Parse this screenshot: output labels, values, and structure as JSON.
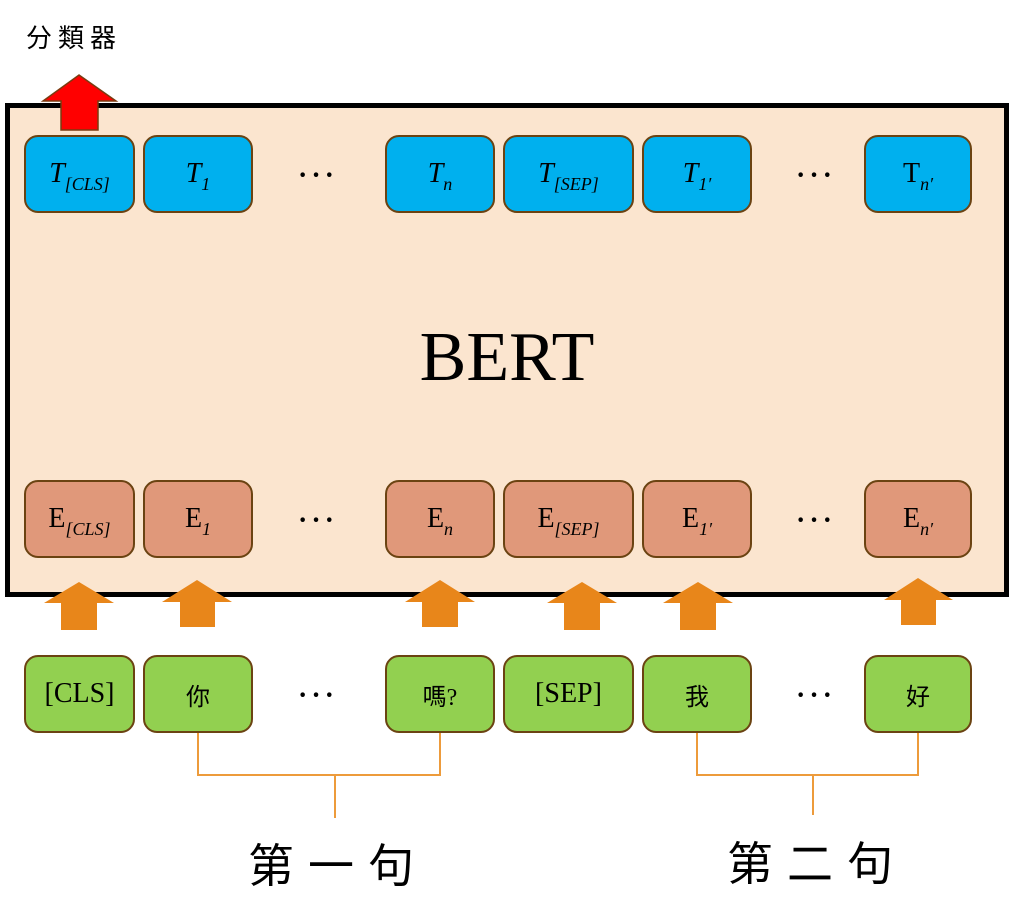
{
  "diagram": {
    "classifier_label": "分類器",
    "model_label": "BERT",
    "ellipsis": "···",
    "colors": {
      "model_bg": "#fbe5cf",
      "output_token": "#00b0ee",
      "embedding_token": "#e0987a",
      "input_token": "#92d050",
      "token_border": "#6b4312",
      "classifier_arrow": "#ff0000",
      "input_arrow": "#e8861a",
      "bracket_line": "#ed9b3b"
    },
    "output_tokens": [
      {
        "main": "T",
        "sub": "[CLS]"
      },
      {
        "main": "T",
        "sub": "1"
      },
      {
        "main": "T",
        "sub": "n"
      },
      {
        "main": "T",
        "sub": "[SEP]"
      },
      {
        "main": "T",
        "sub": "1′"
      },
      {
        "main": "T",
        "sub": "n′"
      }
    ],
    "embedding_tokens": [
      {
        "main": "E",
        "sub": "[CLS]"
      },
      {
        "main": "E",
        "sub": "1"
      },
      {
        "main": "E",
        "sub": "n"
      },
      {
        "main": "E",
        "sub": "[SEP]"
      },
      {
        "main": "E",
        "sub": "1′"
      },
      {
        "main": "E",
        "sub": "n′"
      }
    ],
    "input_tokens": [
      "[CLS]",
      "你",
      "嗎?",
      "[SEP]",
      "我",
      "好"
    ],
    "sentence_labels": [
      "第一句",
      "第二句"
    ]
  }
}
